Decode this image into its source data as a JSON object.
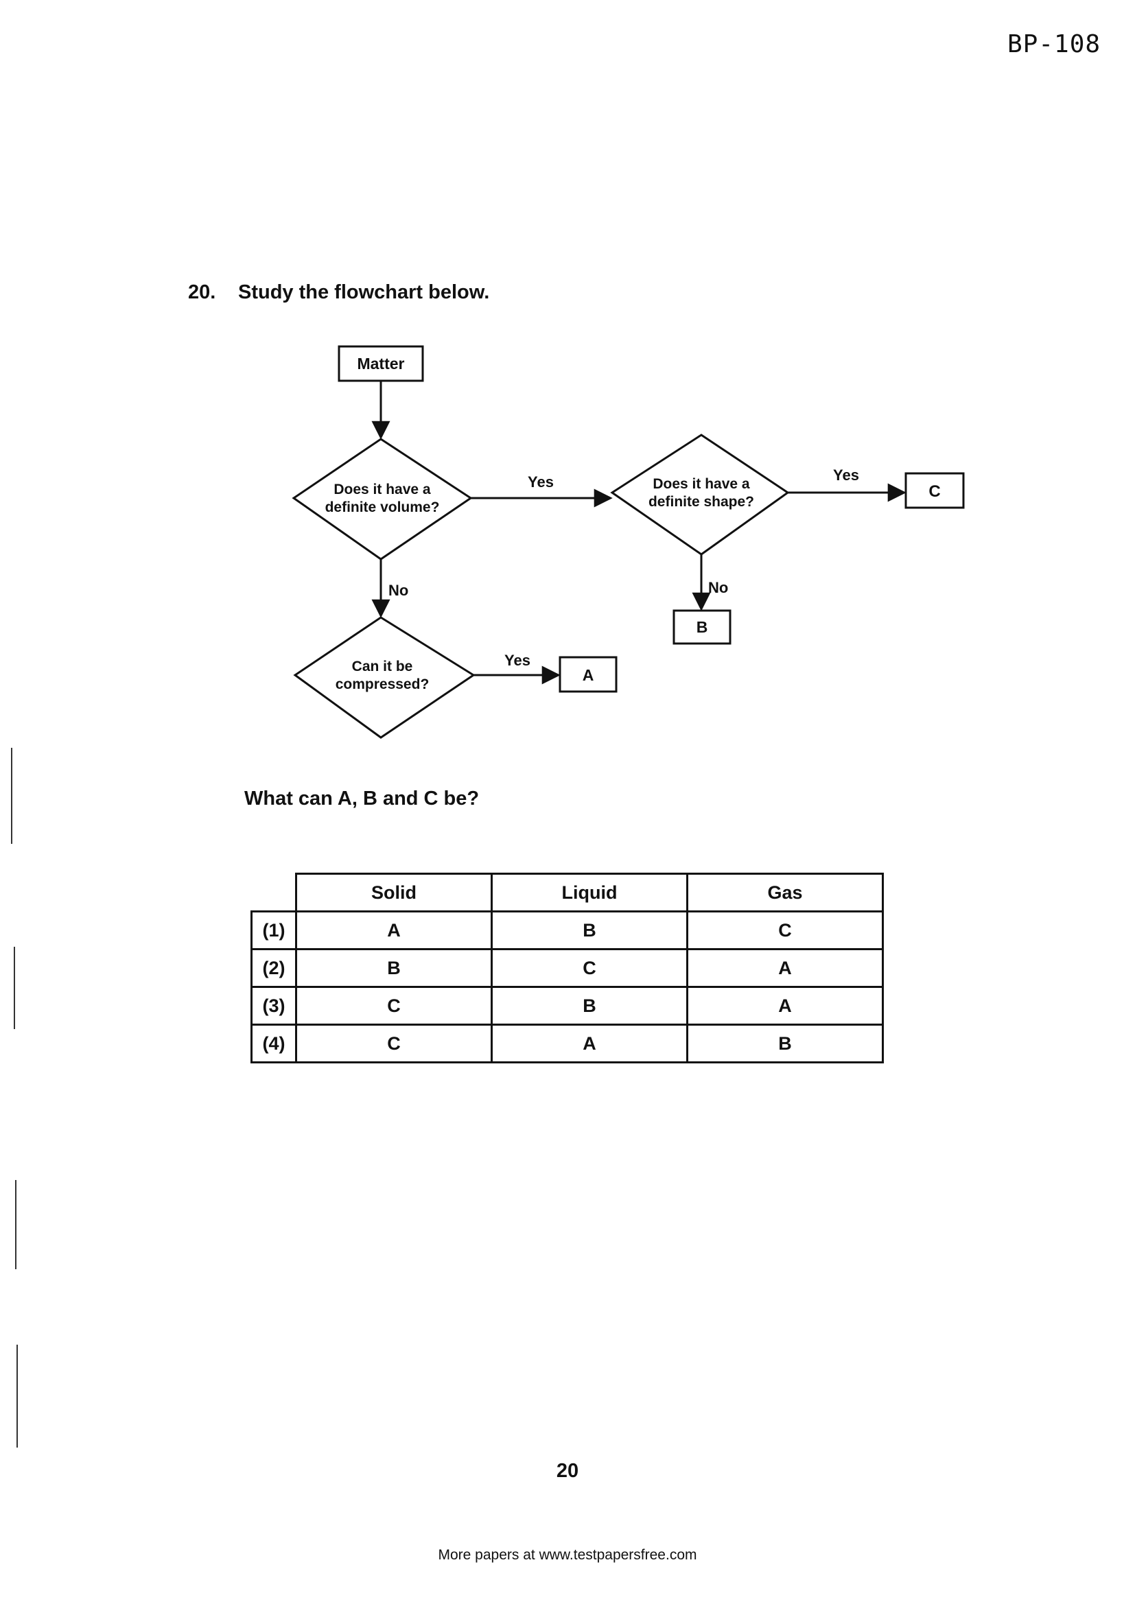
{
  "header": {
    "code": "BP-108"
  },
  "question": {
    "number": "20.",
    "prompt": "Study the flowchart below.",
    "sub_prompt": "What can A, B and C be?"
  },
  "flowchart": {
    "start": "Matter",
    "decision_volume": [
      "Does it have a",
      "definite volume?"
    ],
    "decision_shape": [
      "Does it have a",
      "definite shape?"
    ],
    "decision_compress": [
      "Can it be",
      "compressed?"
    ],
    "yes": "Yes",
    "no": "No",
    "out_a": "A",
    "out_b": "B",
    "out_c": "C"
  },
  "table": {
    "headers": [
      "Solid",
      "Liquid",
      "Gas"
    ],
    "rows": [
      {
        "option": "(1)",
        "cells": [
          "A",
          "B",
          "C"
        ]
      },
      {
        "option": "(2)",
        "cells": [
          "B",
          "C",
          "A"
        ]
      },
      {
        "option": "(3)",
        "cells": [
          "C",
          "B",
          "A"
        ]
      },
      {
        "option": "(4)",
        "cells": [
          "C",
          "A",
          "B"
        ]
      }
    ]
  },
  "footer": {
    "page_number": "20",
    "source": "More papers at www.testpapersfree.com"
  }
}
